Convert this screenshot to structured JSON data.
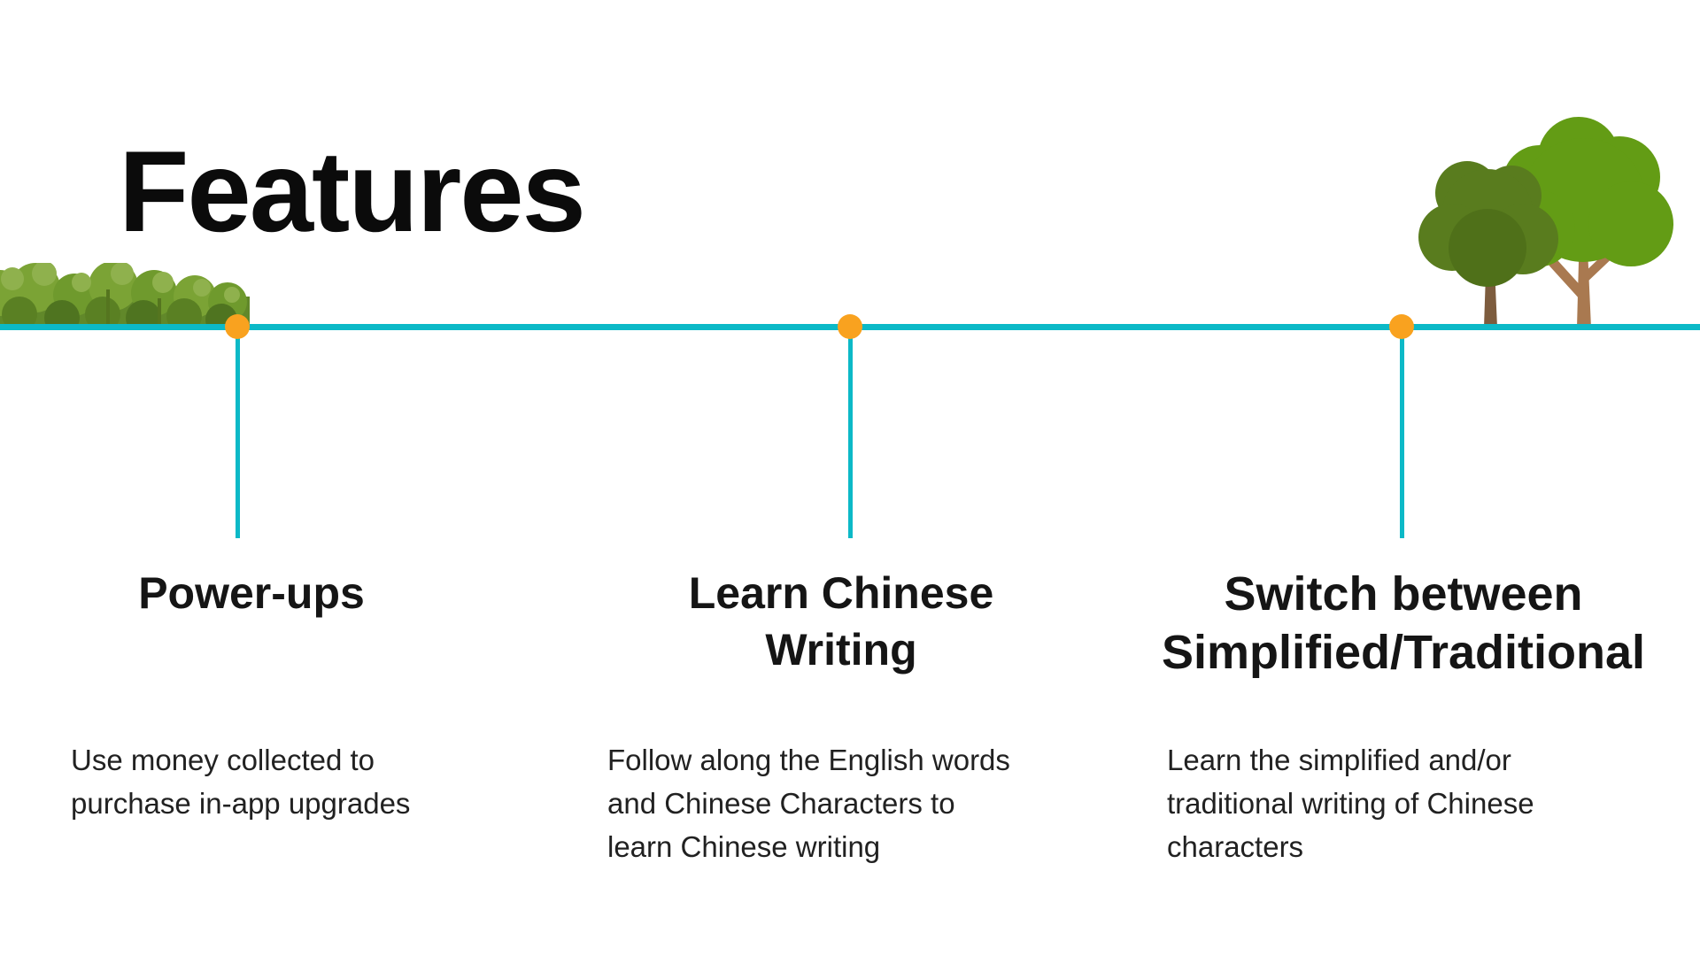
{
  "slide": {
    "title": "Features",
    "colors": {
      "timeline_teal": "#0cb9c7",
      "node_orange": "#f9a21f",
      "title_text": "#0b0b0b",
      "heading_text": "#151515",
      "body_text": "#212121",
      "bush_green_light": "#8fb14d",
      "bush_green_mid": "#7ba335",
      "bush_green_dark": "#5a8023",
      "tree_small_canopy": "#597c1e",
      "tree_small_trunk": "#7d5c3e",
      "tree_large_canopy": "#639c15",
      "tree_large_trunk": "#a97950"
    },
    "decorations": {
      "left": "bush-icon",
      "right": "trees-icon"
    },
    "timeline": {
      "features": [
        {
          "heading": "Power-ups",
          "description": "Use money collected to\npurchase in-app upgrades"
        },
        {
          "heading": "Learn Chinese\nWriting",
          "description": "Follow along the English words\nand Chinese Characters to\nlearn Chinese writing"
        },
        {
          "heading": "Switch between\nSimplified/Traditional",
          "description": "Learn the simplified and/or\ntraditional writing of Chinese\ncharacters"
        }
      ]
    }
  }
}
